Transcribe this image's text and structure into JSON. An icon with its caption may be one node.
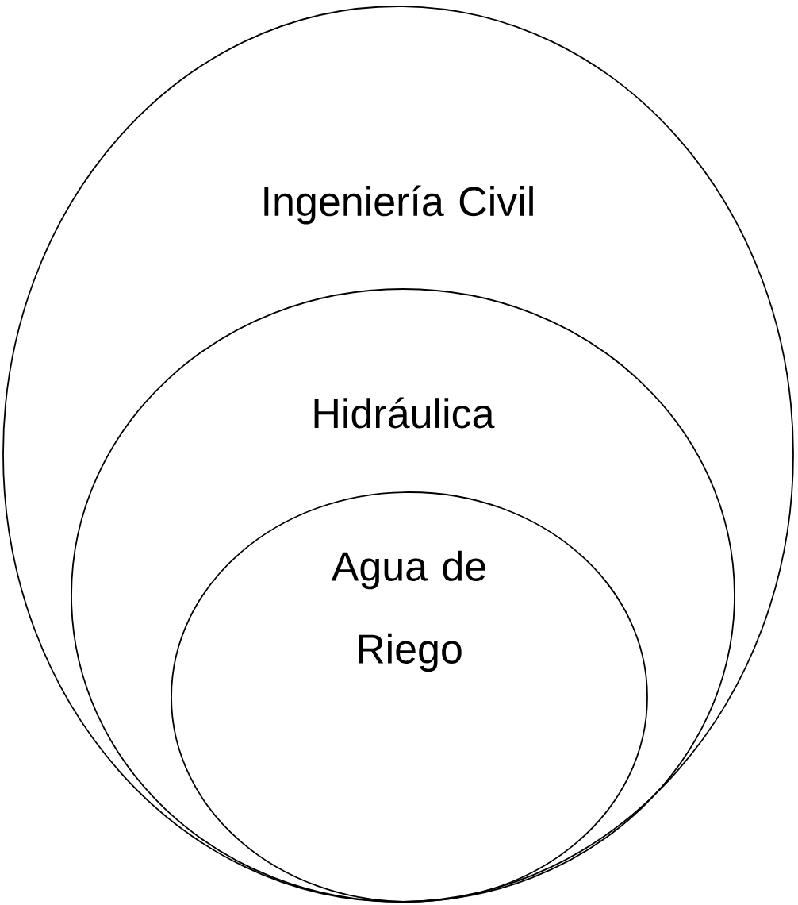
{
  "diagram": {
    "nodes": [
      {
        "text": [
          "Ingeniería Civil"
        ]
      },
      {
        "text": [
          "Hidráulica"
        ],
        "in": 0
      },
      {
        "text": [
          "Agua de Riego"
        ],
        "in": 1
      }
    ]
  }
}
